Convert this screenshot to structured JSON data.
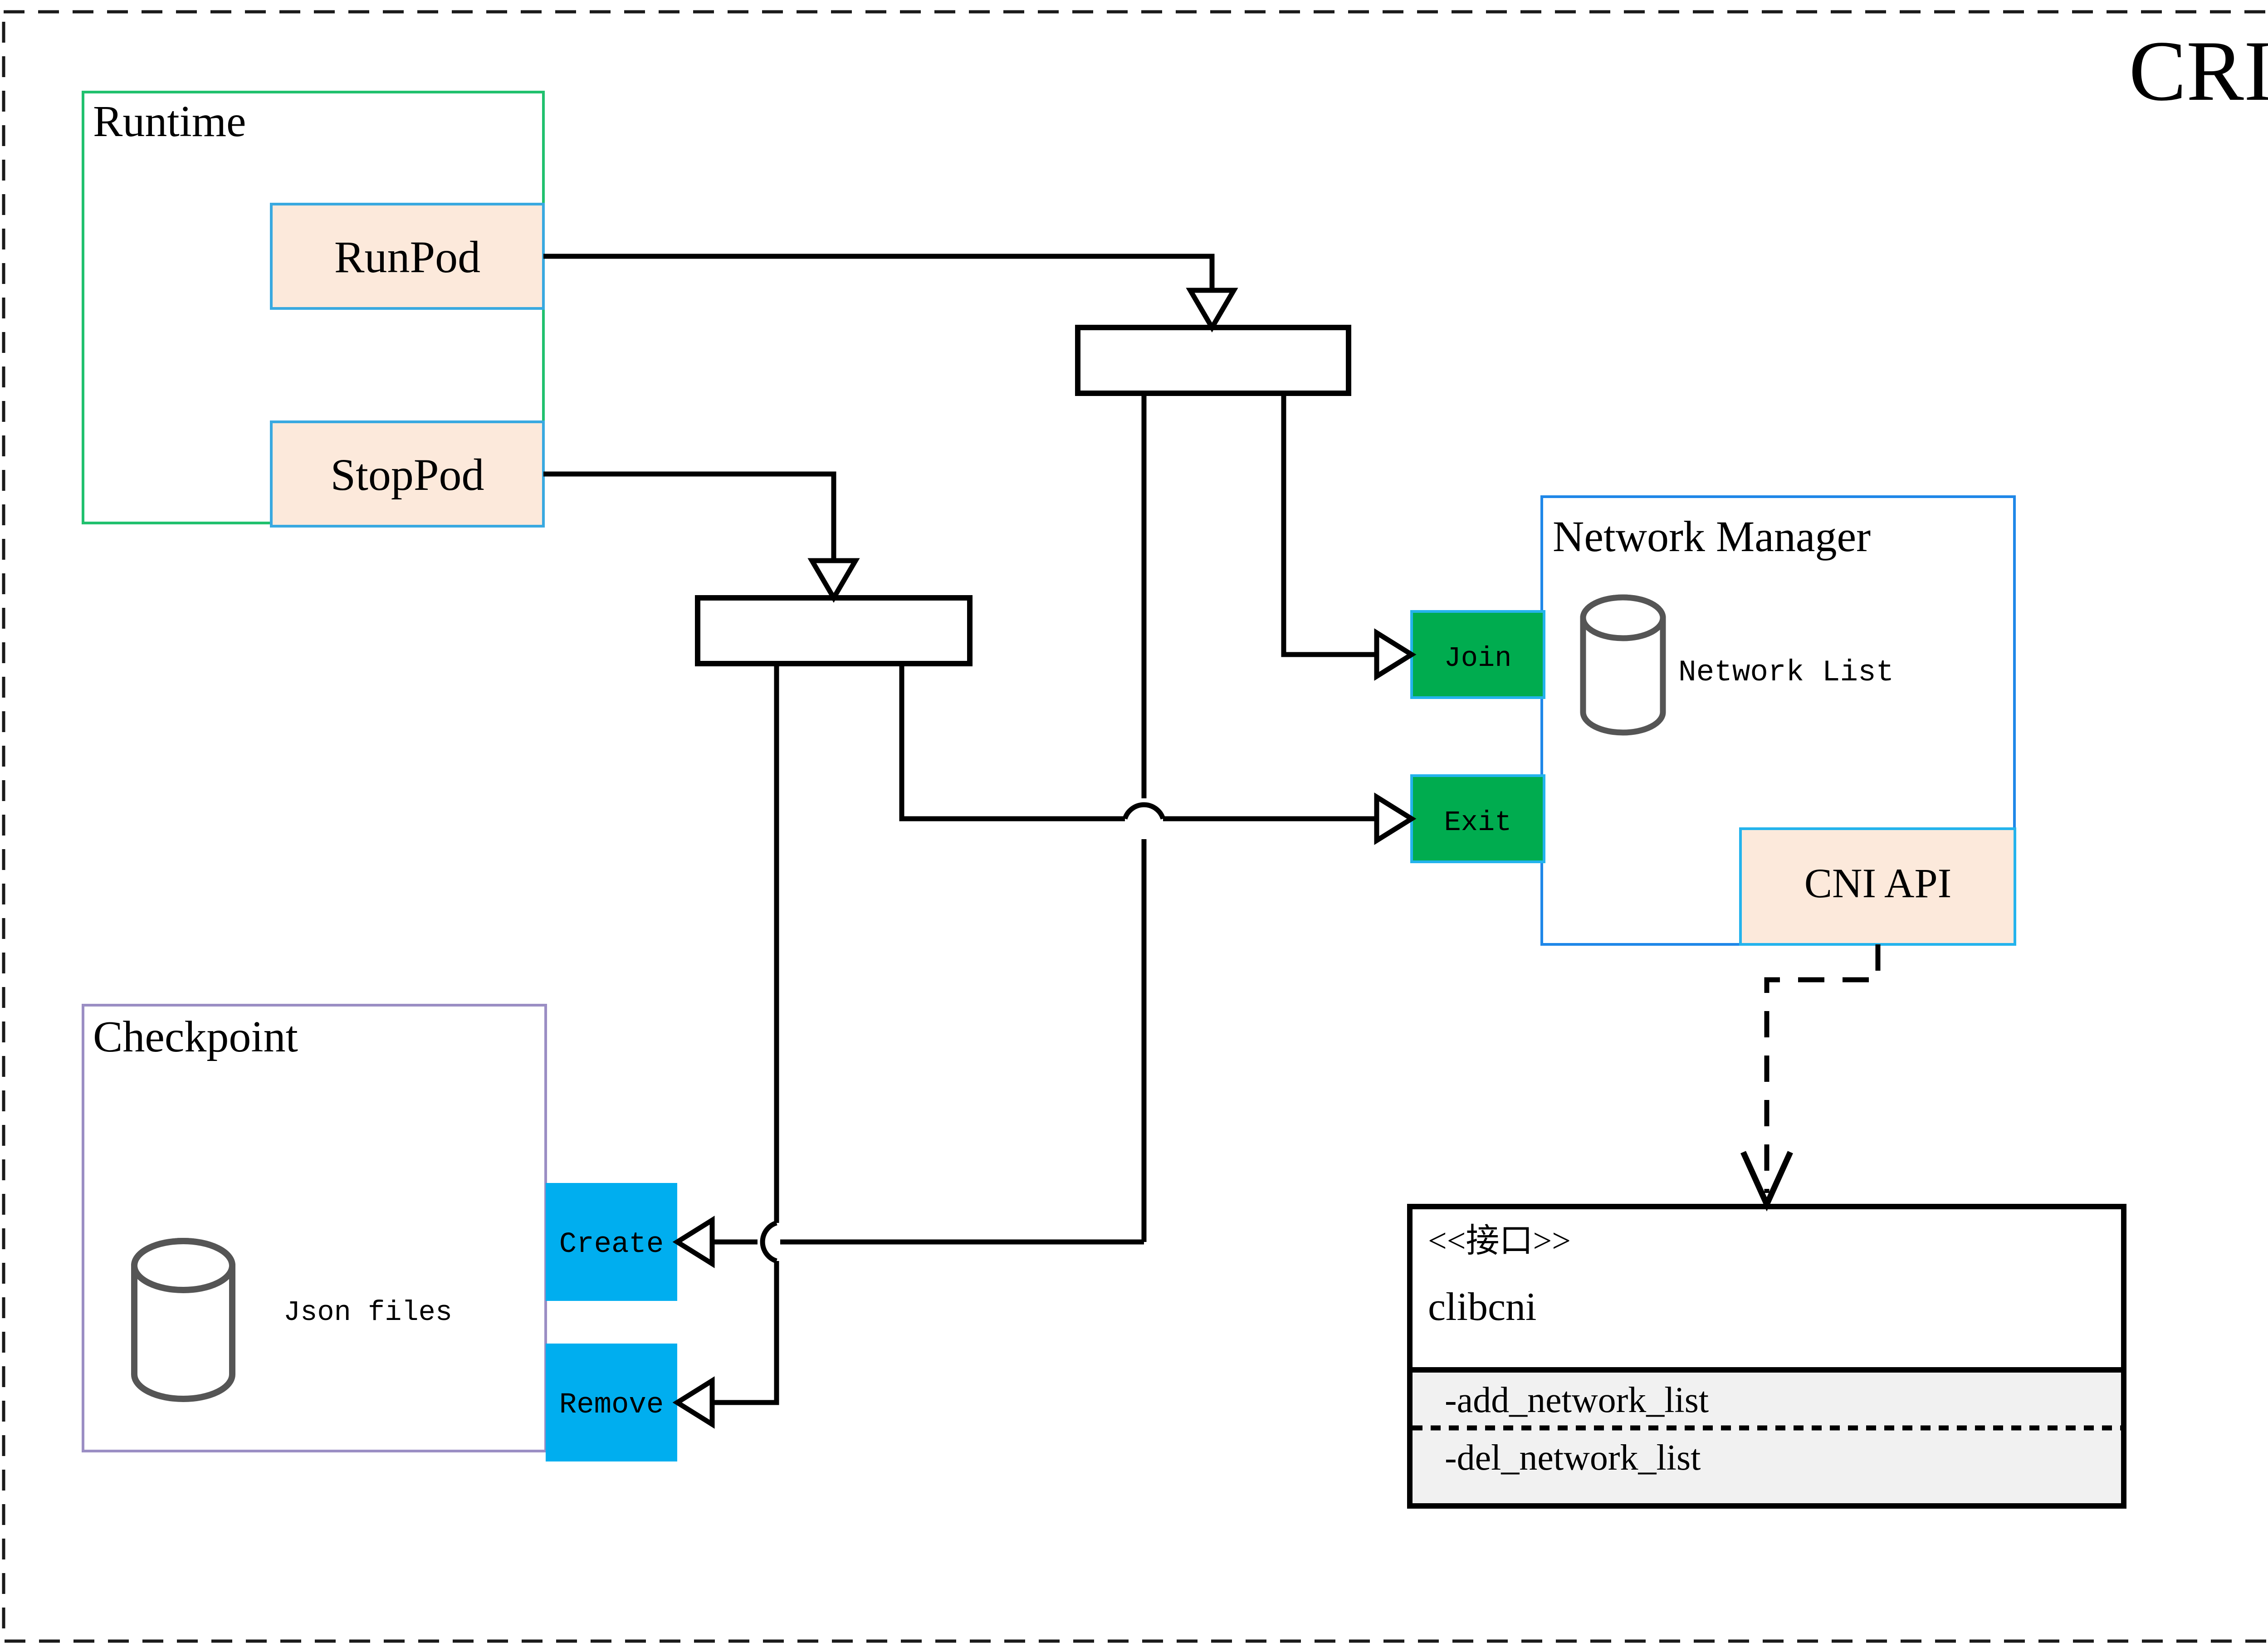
{
  "diagram": {
    "title": "CRI",
    "title_color": "#8a6d0b",
    "outer_border": {
      "style": "dashed",
      "color": "#1a1a1a"
    },
    "packages": [
      {
        "id": "runtime",
        "label": "Runtime",
        "border_color": "#21c16e"
      },
      {
        "id": "checkpoint",
        "label": "Checkpoint",
        "border_color": "#9b8ec4"
      },
      {
        "id": "network-manager",
        "label": "Network Manager",
        "border_color": "#1f87e8"
      }
    ],
    "runtime_methods": [
      {
        "id": "runpod",
        "label": "RunPod",
        "fill": "#fce9db",
        "border_color": "#39a9e0"
      },
      {
        "id": "stoppod",
        "label": "StopPod",
        "fill": "#fce9db",
        "border_color": "#39a9e0"
      }
    ],
    "network_methods": [
      {
        "id": "join",
        "label": "Join",
        "fill": "#00ac4f",
        "border_color": "#24b3ec"
      },
      {
        "id": "exit",
        "label": "Exit",
        "fill": "#00ac4f",
        "border_color": "#24b3ec"
      }
    ],
    "checkpoint_methods": [
      {
        "id": "create",
        "label": "Create",
        "fill": "#00aeef"
      },
      {
        "id": "remove",
        "label": "Remove",
        "fill": "#00aeef"
      }
    ],
    "datastores": [
      {
        "id": "json-files",
        "label": "Json files",
        "stroke": "#555555"
      },
      {
        "id": "network-list",
        "label": "Network List",
        "stroke": "#555555"
      }
    ],
    "cni_api": {
      "id": "cni-api",
      "label": "CNI API",
      "fill": "#fce9db",
      "border_color": "#24b3ec"
    },
    "interface_box": {
      "stereotype": "<<接口>>",
      "name": "clibcni",
      "compartment_fill": "#f1f1f1",
      "border_color": "#000000",
      "operations": [
        "-add_network_list",
        "-del_network_list"
      ]
    },
    "fork_bars": [
      {
        "id": "fork-runpod",
        "label": ""
      },
      {
        "id": "fork-stoppod",
        "label": ""
      }
    ],
    "edges": [
      {
        "id": "runpod-to-fork",
        "style": "solid",
        "arrow": "hollow-triangle"
      },
      {
        "id": "stoppod-to-fork",
        "style": "solid",
        "arrow": "hollow-triangle"
      },
      {
        "id": "fork-to-join",
        "style": "solid",
        "arrow": "hollow-triangle"
      },
      {
        "id": "fork-to-create",
        "style": "solid",
        "arrow": "hollow-triangle"
      },
      {
        "id": "fork-to-exit",
        "style": "solid",
        "arrow": "hollow-triangle"
      },
      {
        "id": "fork-to-remove",
        "style": "solid",
        "arrow": "hollow-triangle"
      },
      {
        "id": "cniapi-to-clibcni",
        "style": "dashed",
        "arrow": "open-v"
      }
    ]
  }
}
